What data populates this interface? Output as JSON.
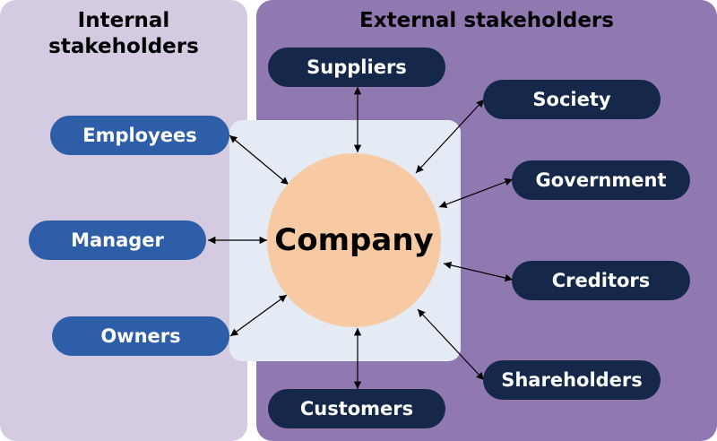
{
  "internal": {
    "title_line1": "Internal",
    "title_line2": "stakeholders",
    "items": [
      "Employees",
      "Manager",
      "Owners"
    ]
  },
  "external": {
    "title": "External stakeholders",
    "items": [
      "Suppliers",
      "Society",
      "Government",
      "Creditors",
      "Shareholders",
      "Customers"
    ]
  },
  "center": {
    "label": "Company"
  },
  "colors": {
    "internal_panel": "#d4cbe2",
    "external_panel": "#9079b0",
    "center_panel": "#e5ebf5",
    "internal_pill": "#2f5ea8",
    "external_pill": "#152849",
    "company_circle": "#f8caa4"
  }
}
